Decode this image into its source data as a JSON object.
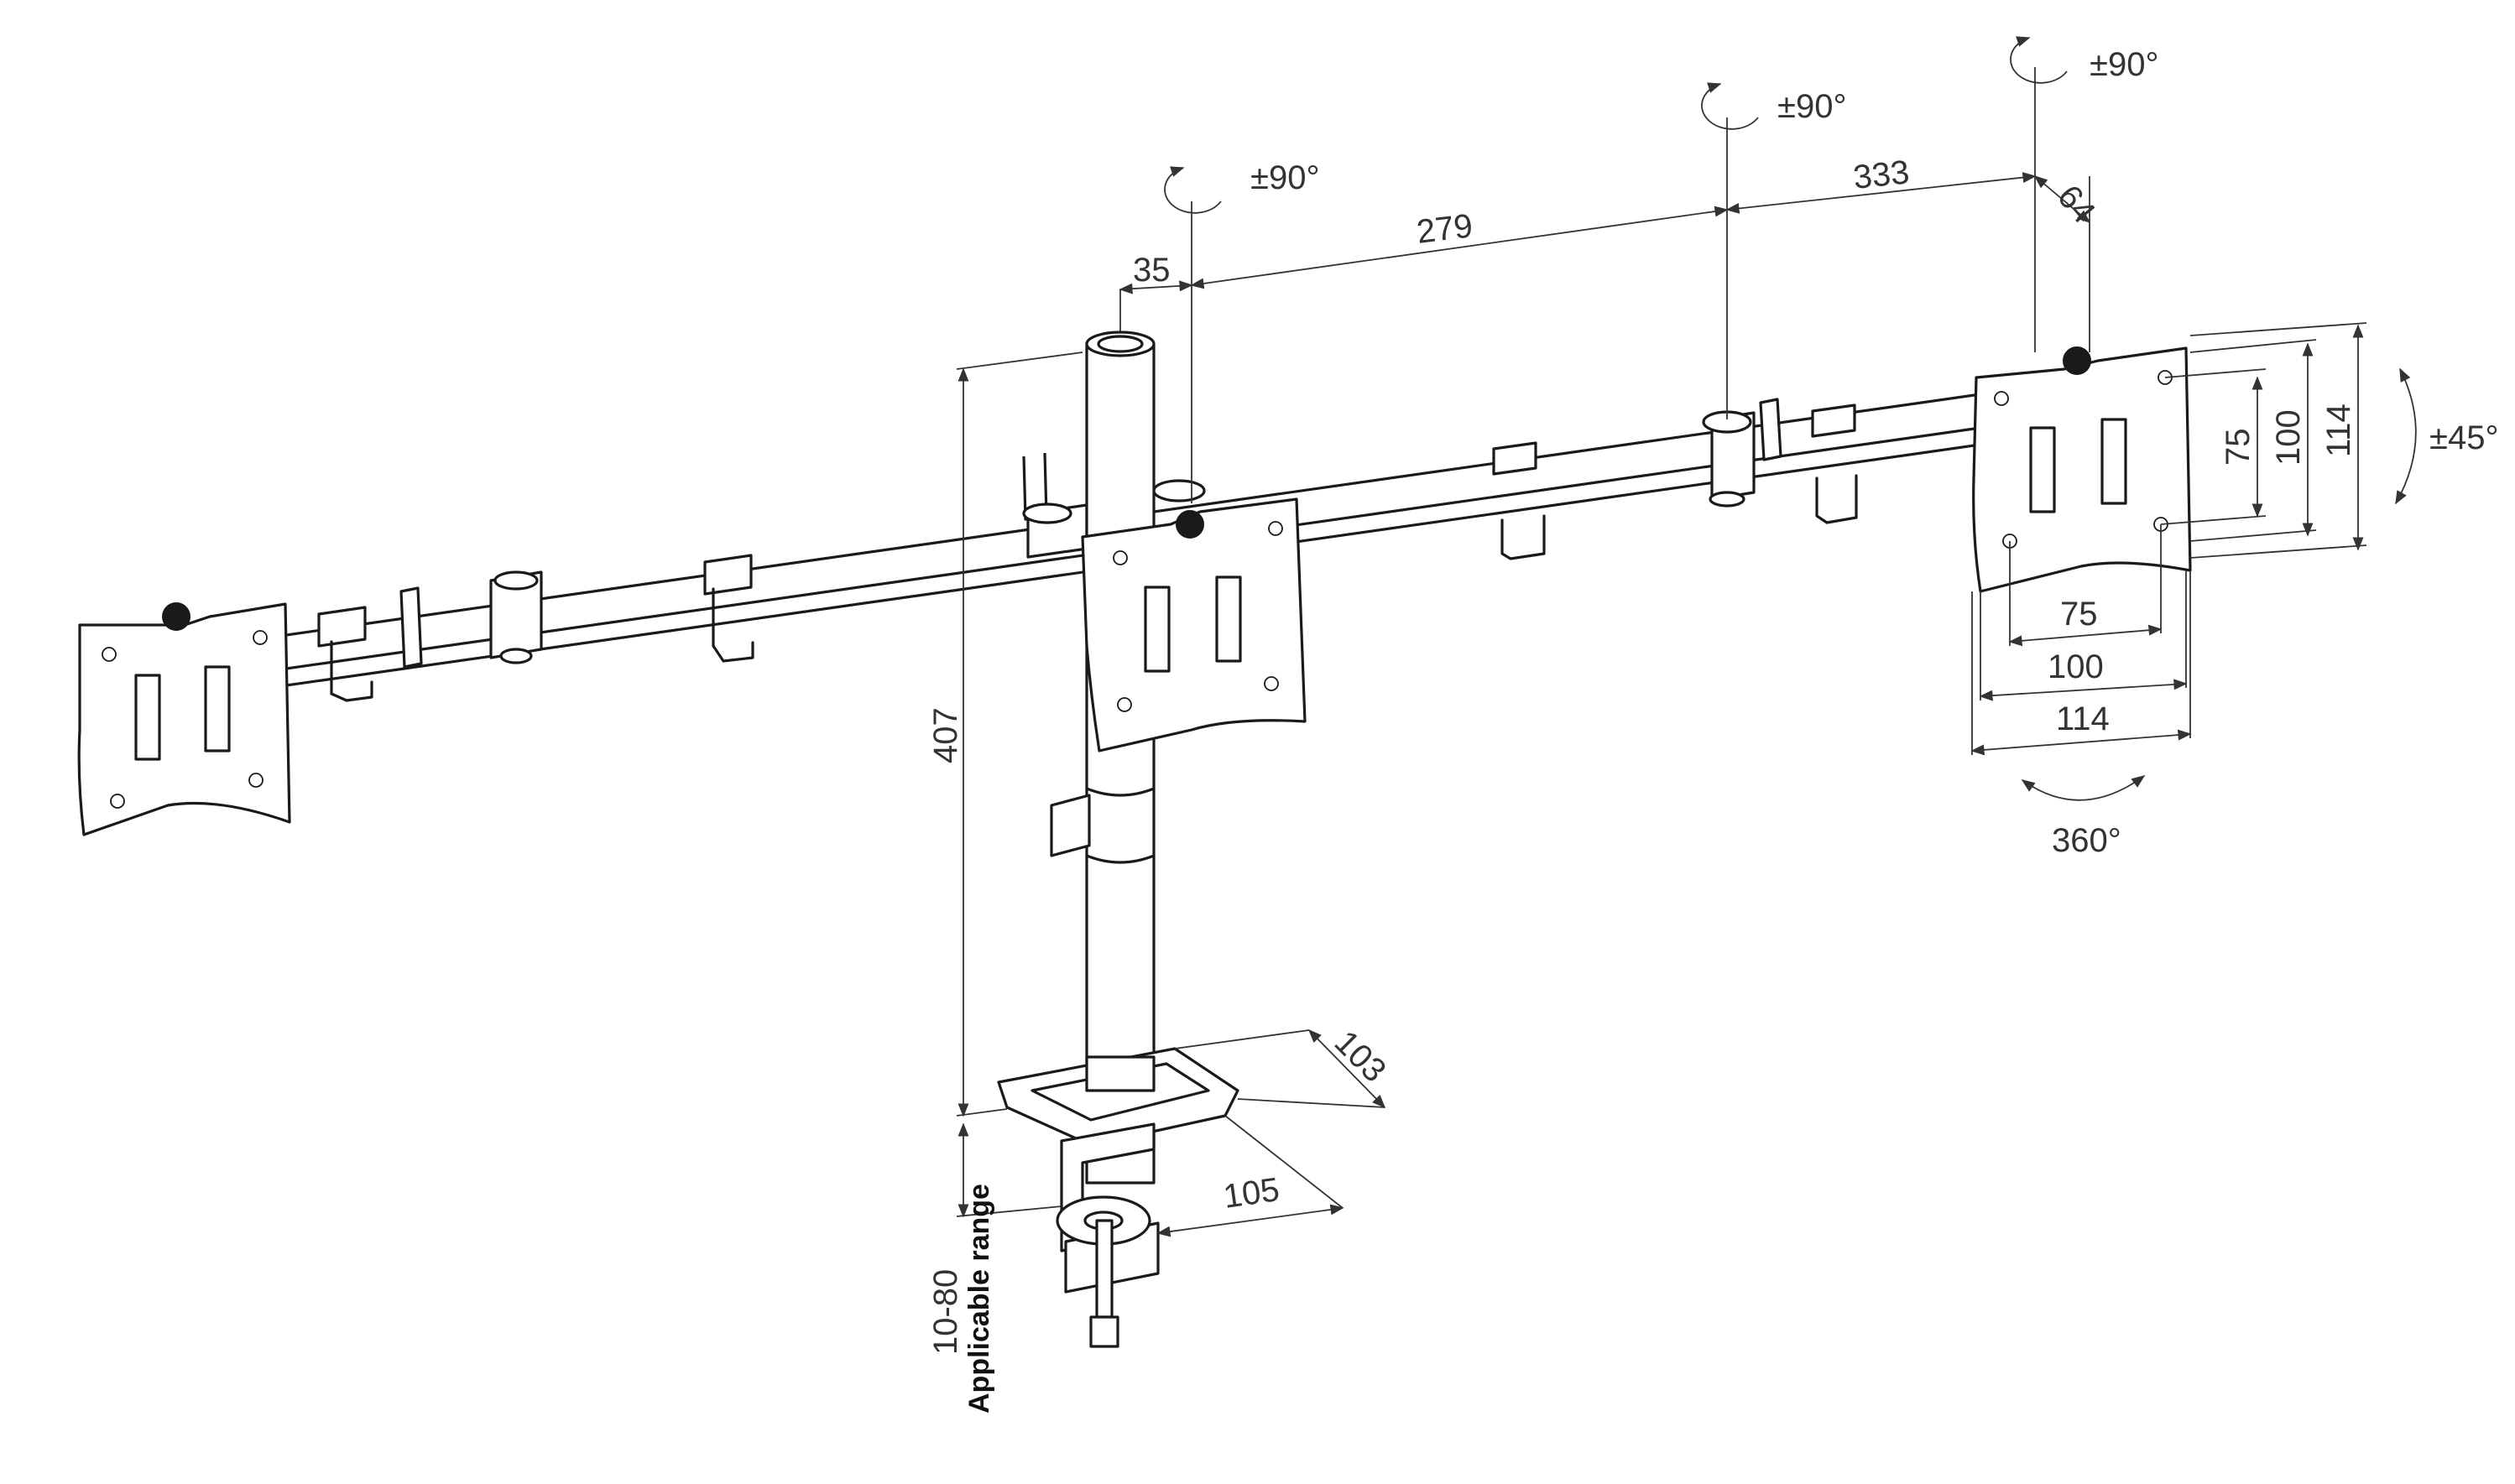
{
  "diagram": {
    "rotation_labels": {
      "left_arm": "±90°",
      "middle_arm": "±90°",
      "right_arm": "±90°",
      "tilt": "±45°",
      "swivel": "360°"
    },
    "dimensions": {
      "pole_offset": "35",
      "arm_segment_1": "279",
      "arm_segment_2": "333",
      "end_offset": "64",
      "pole_height": "407",
      "base_depth": "103",
      "base_width": "105",
      "vesa_h_75": "75",
      "vesa_h_100": "100",
      "vesa_h_114": "114",
      "vesa_w_75": "75",
      "vesa_w_100": "100",
      "vesa_w_114": "114",
      "clamp_range": "10-80"
    },
    "clamp_label": "Applicable range"
  }
}
